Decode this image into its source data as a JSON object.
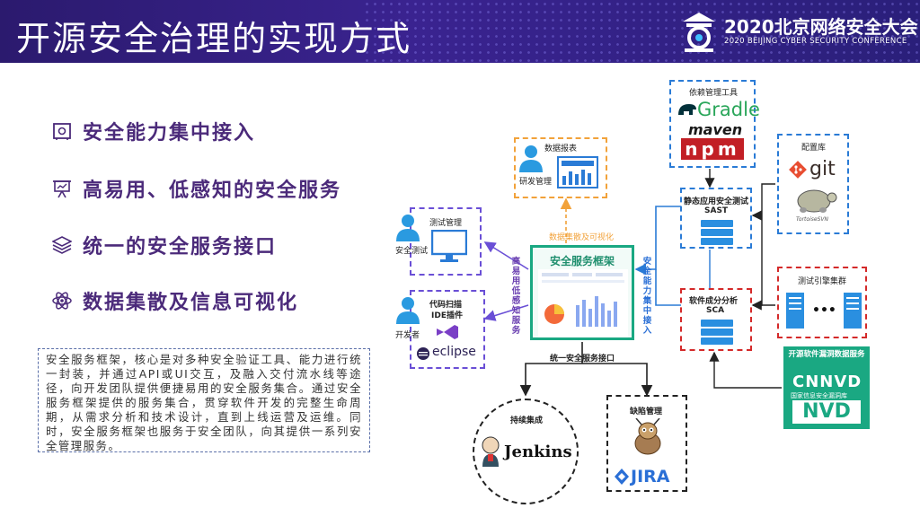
{
  "header": {
    "title": "开源安全治理的实现方式",
    "conference_name": "2020北京网络安全大会",
    "conference_sub": "2020 BEIJING CYBER SECURITY CONFERENCE"
  },
  "bullets": [
    {
      "icon": "safe-icon",
      "text": "安全能力集中接入"
    },
    {
      "icon": "presentation-icon",
      "text": "高易用、低感知的安全服务"
    },
    {
      "icon": "layers-icon",
      "text": "统一的安全服务接口"
    },
    {
      "icon": "atom-icon",
      "text": "数据集散及信息可视化"
    }
  ],
  "description": "安全服务框架，核心是对多种安全验证工具、能力进行统一封装，并通过API或UI交互，及融入交付流水线等途径，向开发团队提供便捷易用的安全服务集合。通过安全服务框架提供的服务集合，贯穿软件开发的完整生命周期，从需求分析和技术设计，直到上线运营及运维。同时，安全服务框架也服务于安全团队，向其提供一系列安全管理服务。",
  "diagram": {
    "framework_title": "安全服务框架",
    "unified_interface": "统一安全服务接口",
    "data_label": "数据集散及可视化",
    "left_vertical": "高易用低感知服务",
    "right_vertical": "安全能力集中接入",
    "data_report": "数据报表",
    "rd_management": "研发管理",
    "test_management": "测试管理",
    "security_testing": "安全测试",
    "code_scan": "代码扫描",
    "ide_plugin": "IDE插件",
    "developer": "开发者",
    "eclipse": "eclipse",
    "dependency_tools": "依赖管理工具",
    "gradle": "Gradle",
    "maven": "maven",
    "npm": "npm",
    "config_repo": "配置库",
    "git": "git",
    "tortoise": "TortoiseSVN",
    "sast_title": "静态应用安全测试",
    "sast": "SAST",
    "sca_title": "软件成分分析",
    "sca": "SCA",
    "engine_cluster": "测试引擎集群",
    "ellipsis": "•••",
    "open_source_vuln": "开源软件漏洞数据服务",
    "cnnvd": "CNNVD",
    "cnnvd_sub": "国家信息安全漏洞库",
    "nvd": "NVD",
    "ci": "持续集成",
    "jenkins": "Jenkins",
    "defect": "缺陷管理",
    "jira": "JIRA"
  }
}
